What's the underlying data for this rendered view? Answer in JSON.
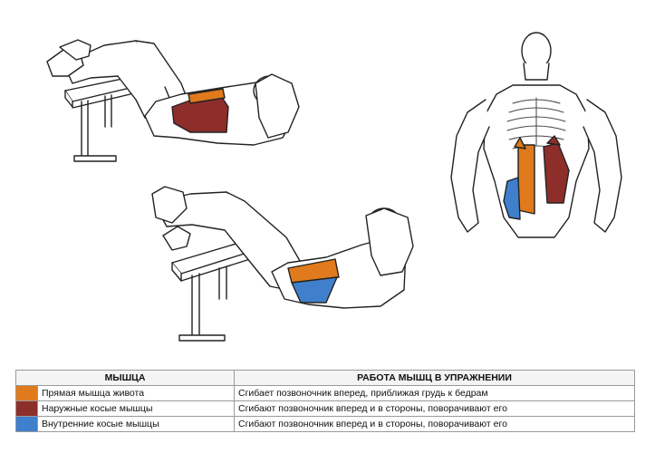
{
  "colors": {
    "rectus": "#e07a1c",
    "external": "#8e2e2a",
    "internal": "#3f7fcc",
    "outline": "#222222"
  },
  "table": {
    "headers": {
      "muscle": "МЫШЦА",
      "work": "РАБОТА МЫШЦ В УПРАЖНЕНИИ"
    },
    "rows": [
      {
        "color": "#e07a1c",
        "muscle": "Прямая мышца живота",
        "work": "Сгибает позвоночник вперед, приближая грудь к бедрам"
      },
      {
        "color": "#8e2e2a",
        "muscle": "Наружные косые мышцы",
        "work": "Сгибают позвоночник вперед и в стороны, поворачивают  его"
      },
      {
        "color": "#3f7fcc",
        "muscle": "Внутренние косые мышцы",
        "work": "Сгибают позвоночник вперед и в стороны, поворачивают  его"
      }
    ]
  }
}
